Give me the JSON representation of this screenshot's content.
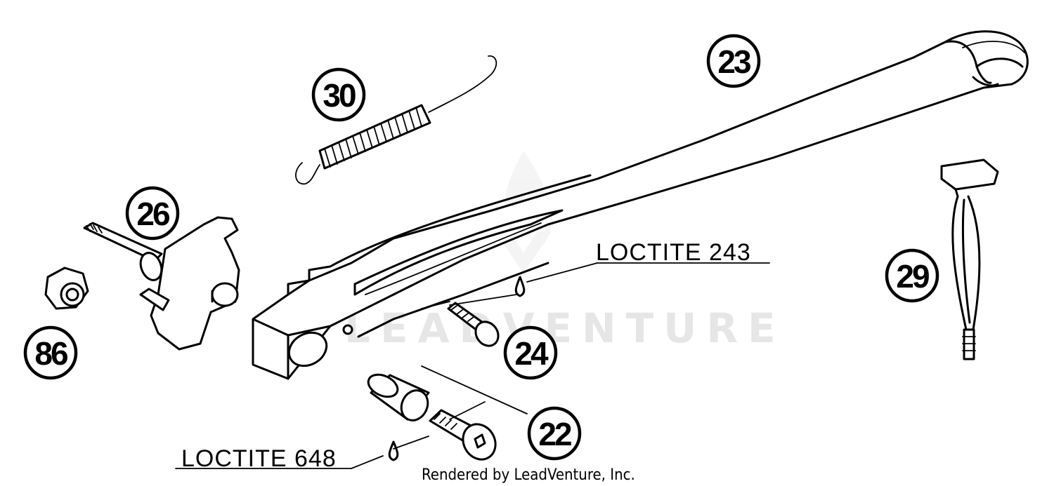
{
  "callouts": {
    "c23": "23",
    "c30": "30",
    "c26": "26",
    "c86": "86",
    "c24": "24",
    "c22": "22",
    "c29": "29"
  },
  "labels": {
    "loctite_243": "LOCTITE 243",
    "loctite_648": "LOCTITE 648"
  },
  "watermark": "LEADVENTURE",
  "credit": "Rendered by LeadVenture, Inc."
}
